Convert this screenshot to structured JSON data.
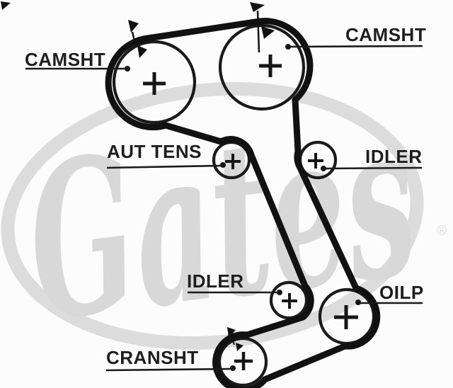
{
  "diagram": {
    "type": "timing-belt-routing-diagram",
    "brand_watermark": "Gates",
    "registered_symbol": "®",
    "plus_marker": "+",
    "labels": {
      "camshaft_left": "CAMSHT",
      "camshaft_right": "CAMSHT",
      "tensioner": "AUT TENS",
      "idler_upper": "IDLER",
      "idler_lower": "IDLER",
      "oil_pump": "OILP",
      "crankshaft": "CRANSHT"
    },
    "colors": {
      "background": "#fcfcfc",
      "belt_line": "#111111",
      "pulley_line": "#1a1a1a",
      "label_text": "#1e1e1e",
      "watermark_gray": "#d8d8d8"
    }
  }
}
